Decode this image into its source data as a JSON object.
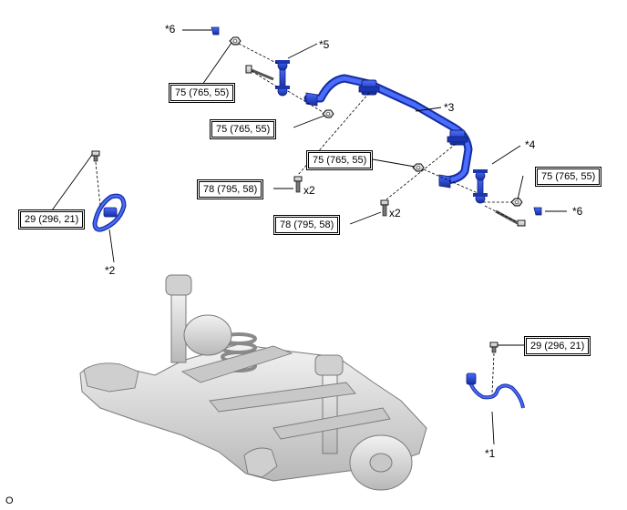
{
  "callouts": {
    "c1": "*1",
    "c2": "*2",
    "c3": "*3",
    "c4": "*4",
    "c5": "*5",
    "c6a": "*6",
    "c6b": "*6"
  },
  "torques": {
    "t_stab_left_nut": "75 (765, 55)",
    "t_link_left_nut": "75 (765, 55)",
    "t_bracket_right_nut": "75 (765, 55)",
    "t_link_right_nut": "75 (765, 55)",
    "t_bracket_left_bolt": "78 (795, 58)",
    "t_bracket_right_bolt": "78 (795, 58)",
    "t_sensor_left": "29 (296, 21)",
    "t_sensor_right": "29 (296, 21)"
  },
  "quantities": {
    "q_left": "x2",
    "q_right": "x2"
  },
  "figure_code": "O",
  "colors": {
    "part_blue": "#2244cc",
    "part_blue_dark": "#10207a",
    "line": "#000000",
    "chassis": "#d9d9d9",
    "chassis_dark": "#9a9a9a"
  }
}
